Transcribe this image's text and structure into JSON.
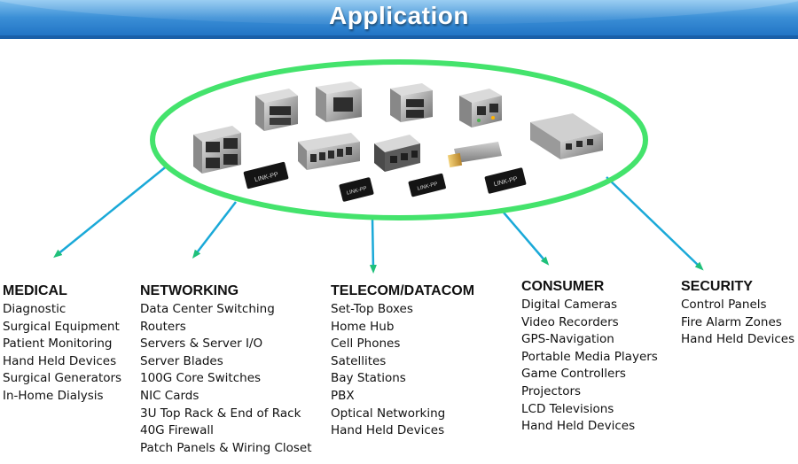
{
  "header": {
    "title": "Application",
    "bar_color": "#2f86d2"
  },
  "ring": {
    "stroke_color": "#44e36c"
  },
  "connector_color": "#19c08c",
  "products": {
    "chip_marking": "LINK-PP"
  },
  "categories": [
    {
      "name": "MEDICAL",
      "items": [
        "Diagnostic",
        "Surgical Equipment",
        "Patient Monitoring",
        "Hand Held Devices",
        "Surgical Generators",
        "In-Home Dialysis"
      ]
    },
    {
      "name": "NETWORKING",
      "items": [
        "Data Center Switching",
        "Routers",
        "Servers & Server I/O",
        "Server Blades",
        "100G Core Switches",
        "NIC Cards",
        "3U Top Rack & End of Rack",
        "40G Firewall",
        "Patch Panels & Wiring Closet"
      ]
    },
    {
      "name": "TELECOM/DATACOM",
      "items": [
        "Set-Top Boxes",
        "Home Hub",
        "Cell Phones",
        "Satellites",
        "Bay Stations",
        "PBX",
        "Optical Networking",
        "Hand Held Devices"
      ]
    },
    {
      "name": "CONSUMER",
      "items": [
        "Digital Cameras",
        "Video Recorders",
        "GPS-Navigation",
        "Portable Media Players",
        "Game Controllers",
        "Projectors",
        "LCD Televisions",
        "Hand Held Devices"
      ]
    },
    {
      "name": "SECURITY",
      "items": [
        "Control Panels",
        "Fire Alarm Zones",
        "Hand Held Devices"
      ]
    }
  ]
}
